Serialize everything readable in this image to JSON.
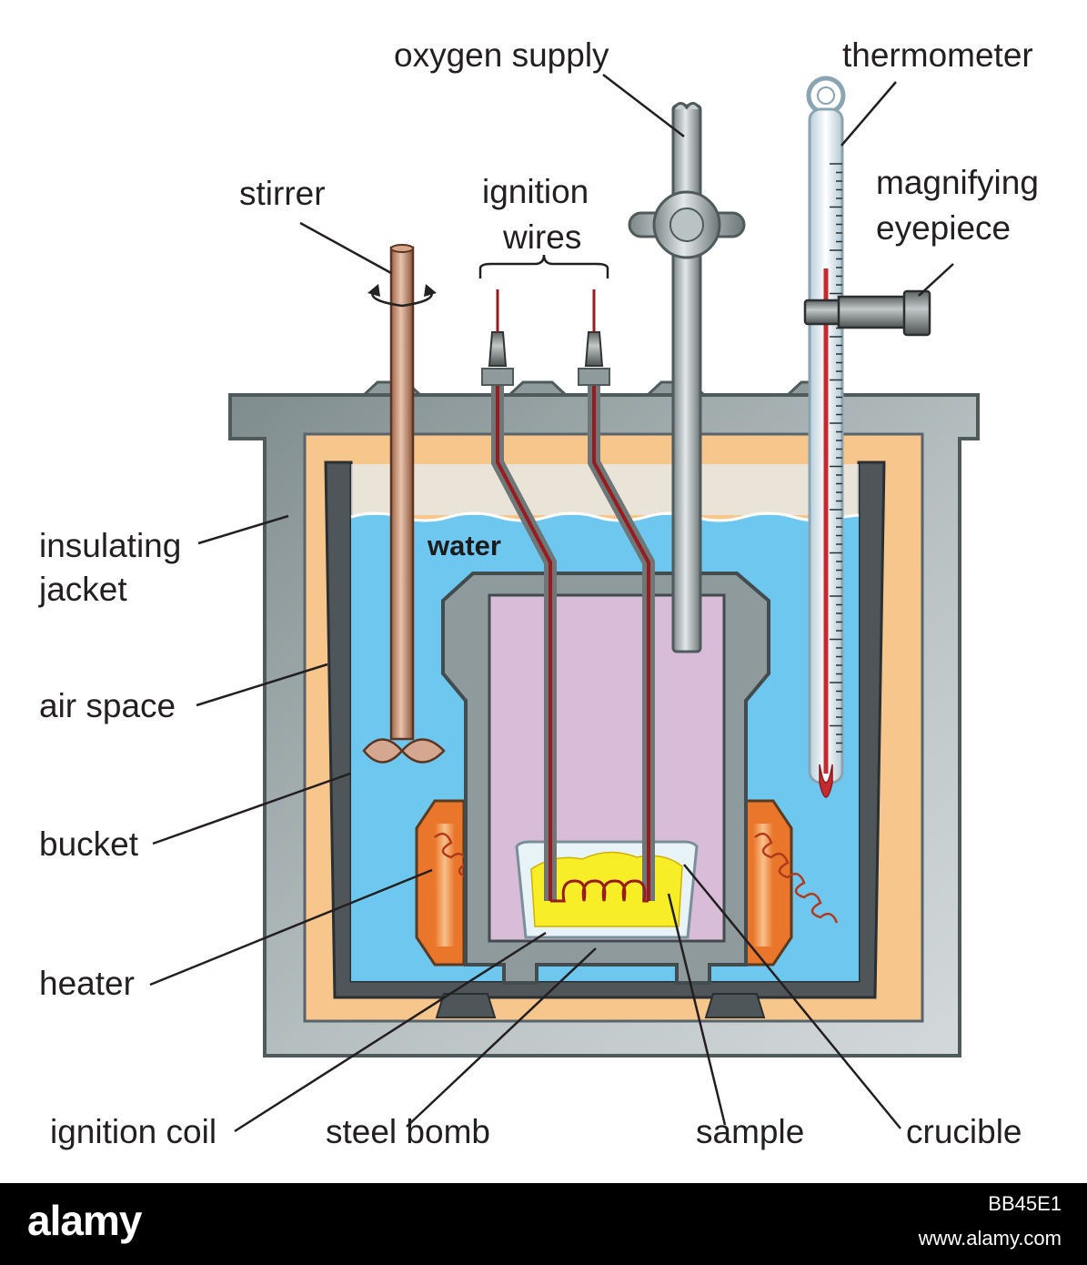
{
  "labels": {
    "oxygen_supply": "oxygen supply",
    "thermometer": "thermometer",
    "stirrer": "stirrer",
    "ignition_wires": "ignition",
    "ignition_wires_2": "wires",
    "magnifying_eyepiece": "magnifying",
    "magnifying_eyepiece_2": "eyepiece",
    "insulating_jacket": "insulating",
    "insulating_jacket_2": "jacket",
    "water": "water",
    "air_space": "air space",
    "bucket": "bucket",
    "heater": "heater",
    "ignition_coil": "ignition coil",
    "steel_bomb": "steel bomb",
    "sample": "sample",
    "crucible": "crucible"
  },
  "footer": {
    "logo": "alamy",
    "image_id": "BB45E1",
    "url": "www.alamy.com"
  },
  "colors": {
    "jacket": "#8e9a9b",
    "air_space": "#f7c68d",
    "water": "#6ec7ef",
    "bomb_interior": "#d9bcd8",
    "wire": "#9a1b1e",
    "sample": "#f7ee28",
    "heater": "#e9762a"
  }
}
